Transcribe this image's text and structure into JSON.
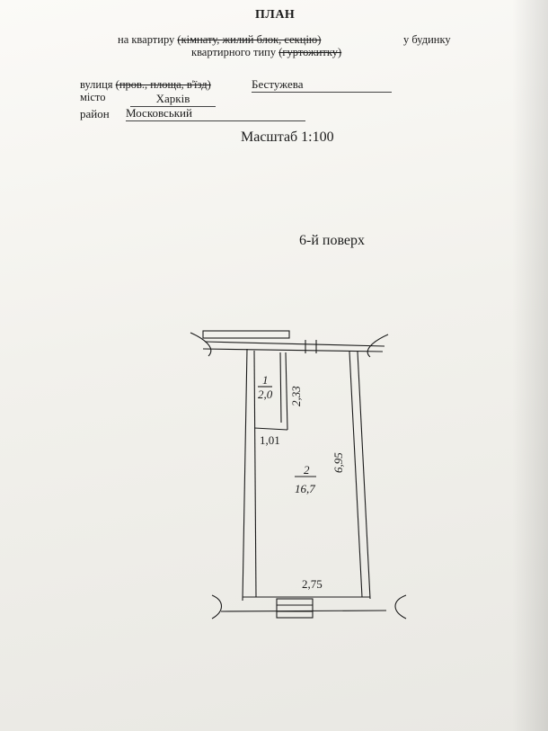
{
  "document": {
    "title": "ПЛАН",
    "line1_prefix": "на квартиру",
    "line1_struck": "(кімнату, жилий блок, секцію)",
    "line1_suffix": "у будинку",
    "line2_prefix": "квартирного типу",
    "line2_struck": "(гуртожитку)",
    "street_label": "вулиця",
    "street_struck": "(пров., площа, в'їзд)",
    "street_value": "Бестужева",
    "city_label": "місто",
    "city_value": "Харків",
    "district_label": "район",
    "district_value": "Московський",
    "scale": "Масштаб 1:100",
    "floor": "6-й поверх"
  },
  "floorplan": {
    "room1_number": "1",
    "room1_area": "2,0",
    "room1_depth": "2,33",
    "room1_width": "1,01",
    "room2_number": "2",
    "room2_area": "16,7",
    "room2_length": "6,95",
    "room2_width": "2,75"
  },
  "colors": {
    "paper": "#f4f3ee",
    "ink": "#1b1b1b"
  }
}
